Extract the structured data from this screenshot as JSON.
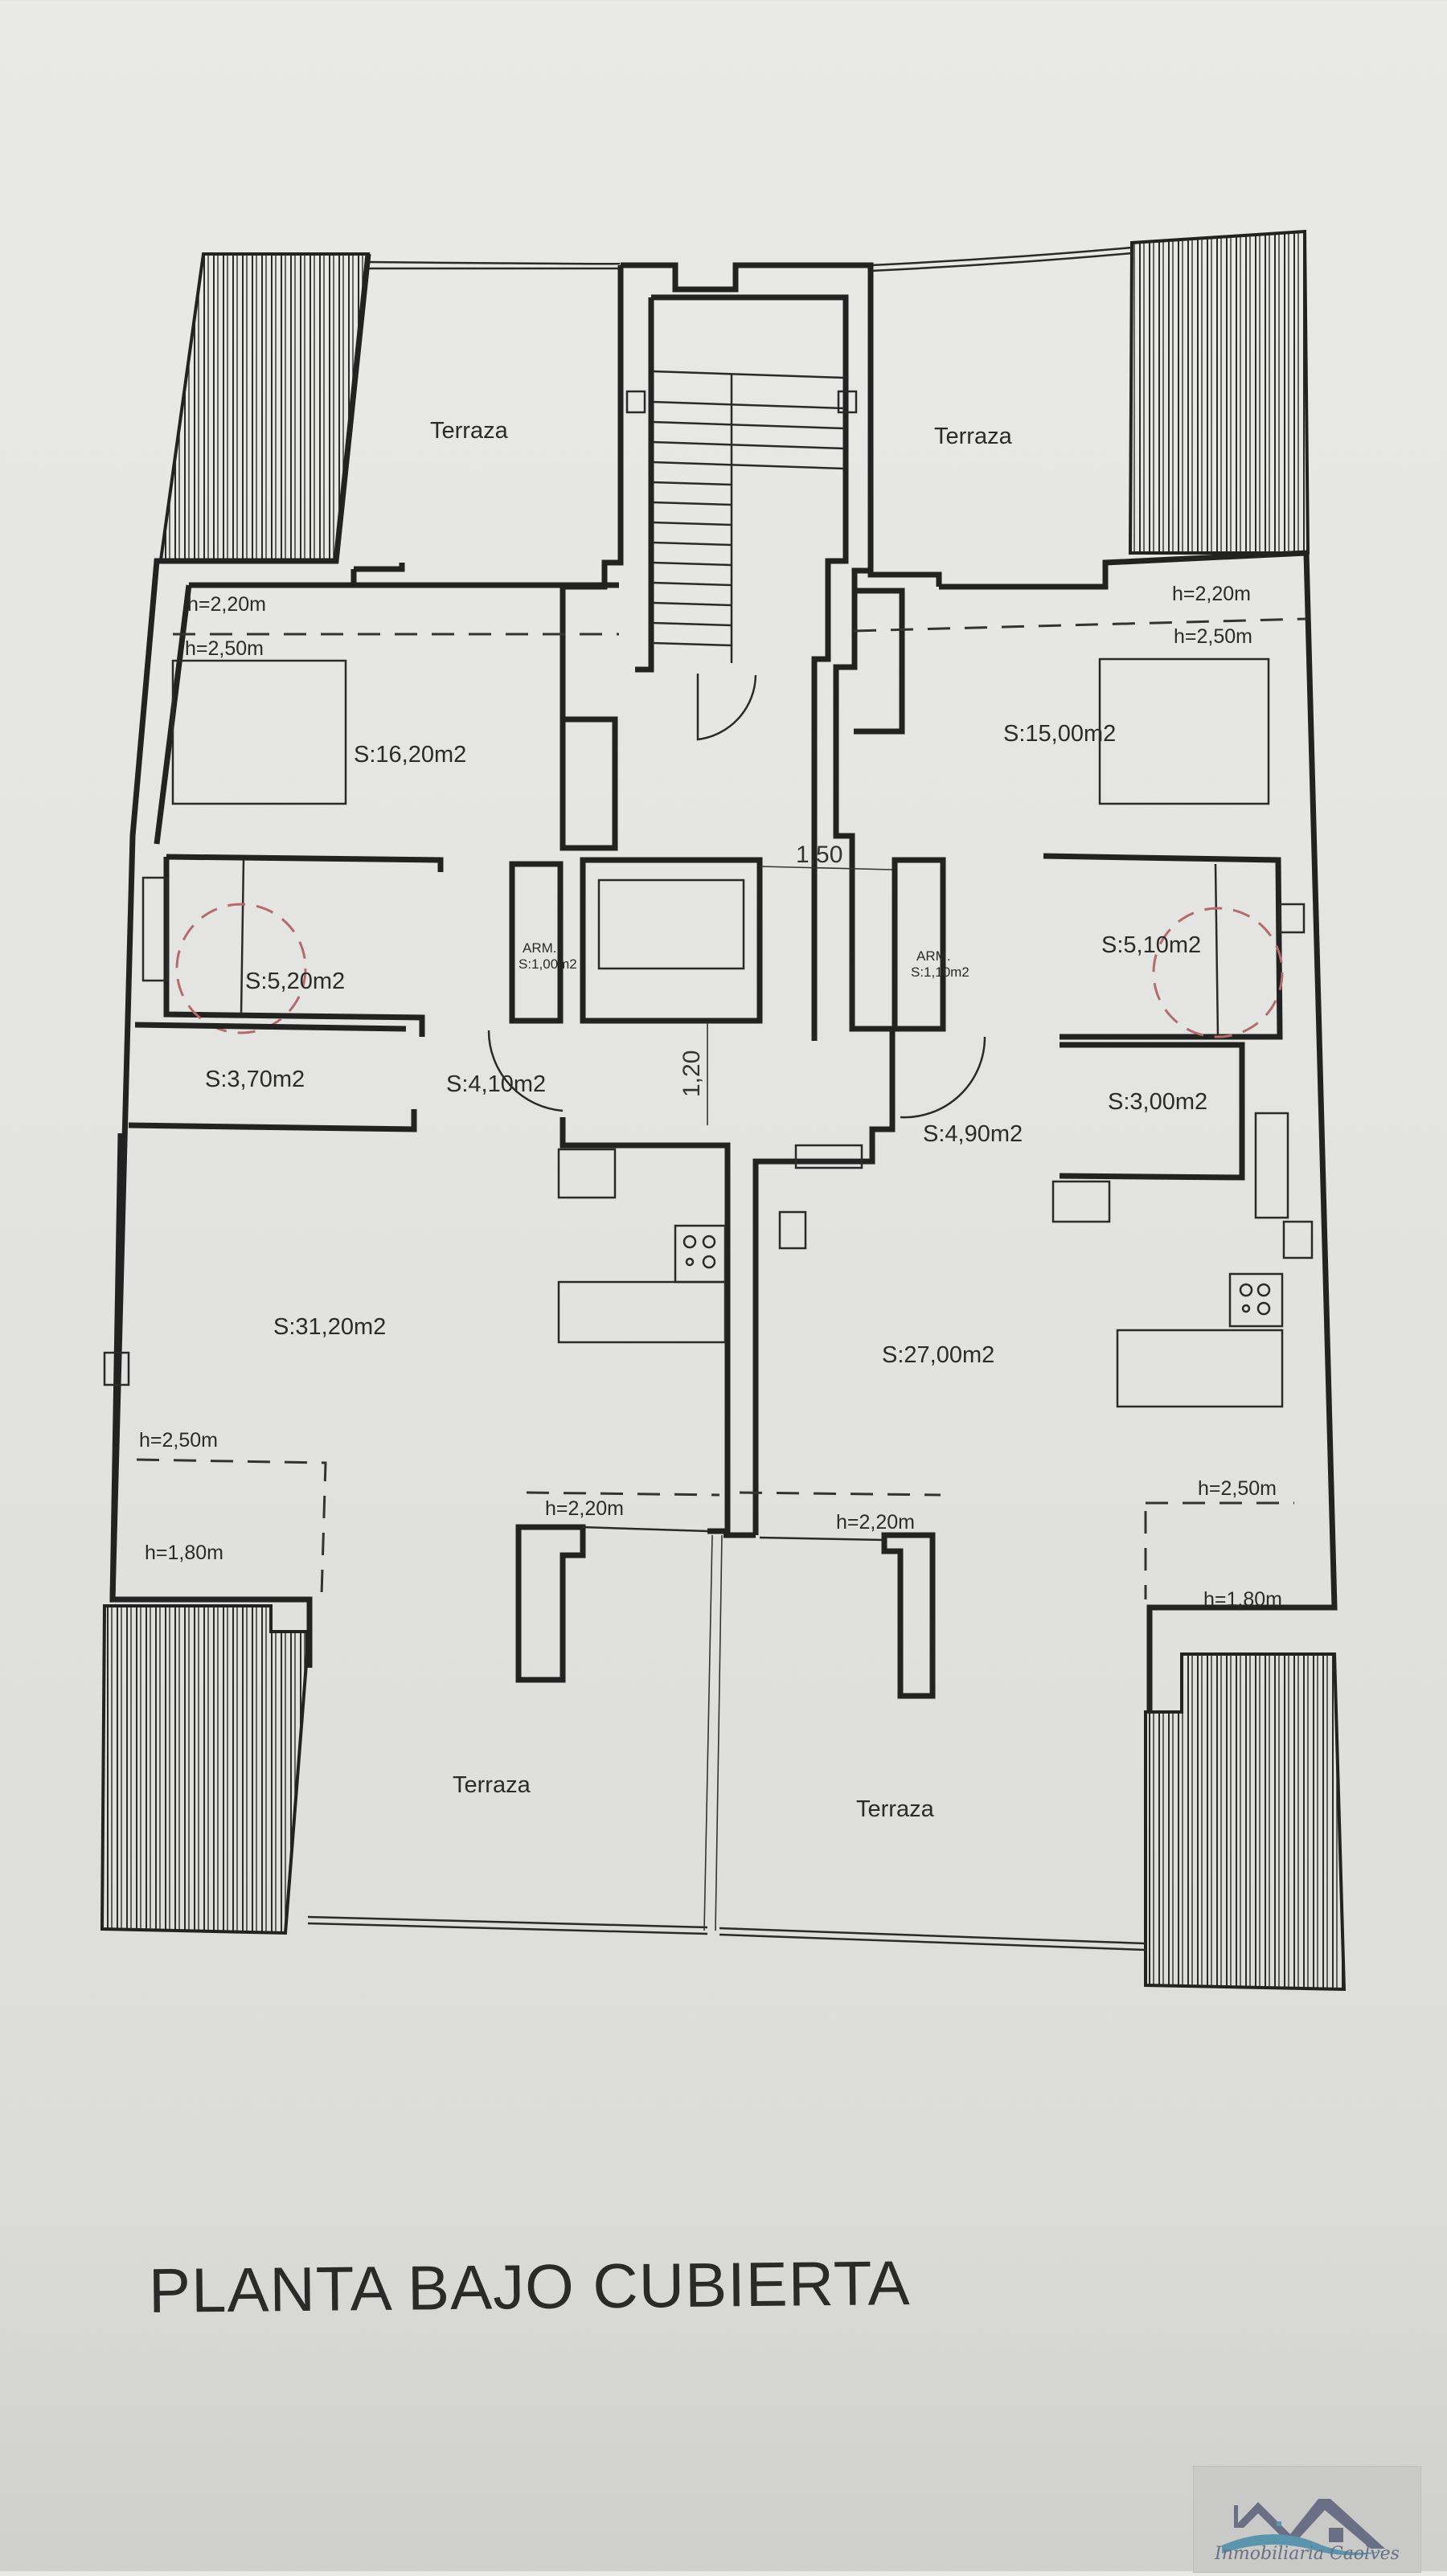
{
  "document": {
    "title": "PLANTA BAJO CUBIERTA",
    "type": "architectural floor plan"
  },
  "rooms": {
    "terraza_top_left": "Terraza",
    "terraza_top_right": "Terraza",
    "terraza_bottom_left": "Terraza",
    "terraza_bottom_right": "Terraza",
    "bedroom_left": "S:16,20m2",
    "bedroom_right": "S:15,00m2",
    "bath_left": "S:5,20m2",
    "bath_right": "S:5,10m2",
    "storage_left": "S:3,70m2",
    "storage_right": "S:3,00m2",
    "hall_left": "S:4,10m2",
    "hall_right": "S:4,90m2",
    "living_left": "S:31,20m2",
    "living_right": "S:27,00m2",
    "wardrobe_left_title": "ARM.",
    "wardrobe_left_area": "S:1,00m2",
    "wardrobe_right_title": "ARM.",
    "wardrobe_right_area": "S:1,10m2"
  },
  "heights": {
    "bed_left_low": "h=2,20m",
    "bed_left_high": "h=2,50m",
    "bed_right_low": "h=2,20m",
    "bed_right_high": "h=2,50m",
    "living_left_high": "h=2,50m",
    "living_left_low": "h=1,80m",
    "living_left_door": "h=2,20m",
    "living_right_door": "h=2,20m",
    "living_right_high": "h=2,50m",
    "living_right_low": "h=1,80m"
  },
  "dimensions": {
    "landing_width": "1,50",
    "landing_depth": "1,20"
  },
  "branding": {
    "logo_text": "Inmobiliaria Caolves",
    "logo_color": "#6a6f85",
    "wave_color": "#5b95ad"
  }
}
